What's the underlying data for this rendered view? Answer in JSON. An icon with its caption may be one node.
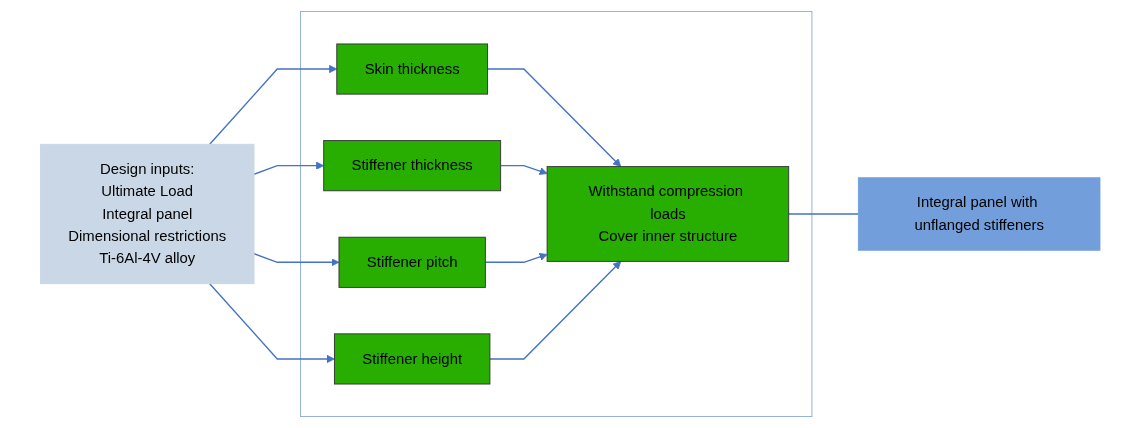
{
  "diagram": {
    "nodes": [
      {
        "text": [
          "Design inputs:",
          "Ultimate Load",
          "Integral panel",
          "Dimensional restrictions",
          "Ti-6Al-4V alloy"
        ]
      },
      {
        "text": [],
        "shape": "box"
      },
      {
        "text": [
          "Skin thickness"
        ],
        "in": 1
      },
      {
        "text": [
          "Stiffener thickness"
        ],
        "in": 1
      },
      {
        "text": [
          "Stiffener pitch"
        ],
        "in": 1
      },
      {
        "text": [
          "Stiffener height"
        ],
        "in": 1
      },
      {
        "text": [
          "Withstand compression loads",
          "Cover inner structure"
        ],
        "in": 1
      },
      {
        "text": [
          "Integral panel with unflanged stiffeners"
        ]
      }
    ],
    "edges": [
      {
        "from": 0,
        "to": 2,
        "arrow": "to"
      },
      {
        "from": 0,
        "to": 3,
        "arrow": "to"
      },
      {
        "from": 0,
        "to": 4,
        "arrow": "to"
      },
      {
        "from": 0,
        "to": 5,
        "arrow": "to"
      },
      {
        "from": 2,
        "to": 6,
        "arrow": "to"
      },
      {
        "from": 3,
        "to": 6,
        "arrow": "to"
      },
      {
        "from": 4,
        "to": 6,
        "arrow": "to"
      },
      {
        "from": 5,
        "to": 6,
        "arrow": "to"
      },
      {
        "from": 6,
        "to": 7,
        "arrow": "none"
      }
    ]
  }
}
